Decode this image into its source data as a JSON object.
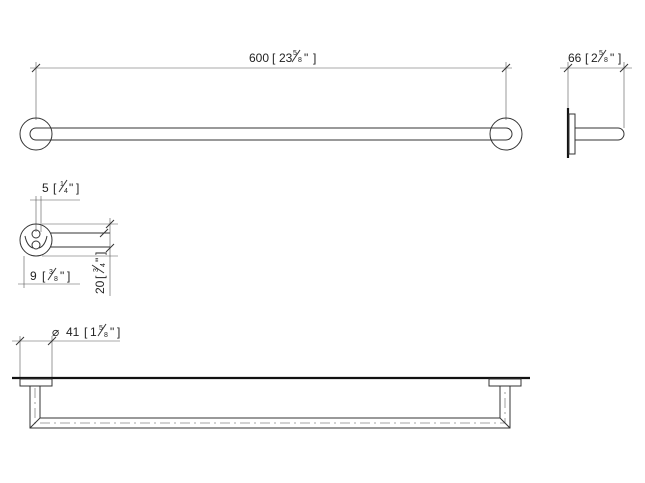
{
  "dimensions": {
    "bar_length": {
      "value": "600",
      "imperial_whole": "23",
      "frac_num": "5",
      "frac_den": "8",
      "inch": "\""
    },
    "projection": {
      "value": "66",
      "imperial_whole": "2",
      "frac_num": "5",
      "frac_den": "8",
      "inch": "\""
    },
    "bar_offset": {
      "value": "5",
      "frac_num": "1",
      "frac_den": "4",
      "inch": "\""
    },
    "screw_offset": {
      "value": "9",
      "frac_num": "3",
      "frac_den": "8",
      "inch": "\""
    },
    "rosette_height": {
      "value": "20",
      "frac_num": "3",
      "frac_den": "4",
      "inch": "\""
    },
    "rosette_diameter": {
      "symbol": "⌀",
      "value": "41",
      "imperial_whole": "1",
      "frac_num": "5",
      "frac_den": "8",
      "inch": "\""
    }
  },
  "colors": {
    "line": "#333333",
    "wall": "#111111"
  }
}
